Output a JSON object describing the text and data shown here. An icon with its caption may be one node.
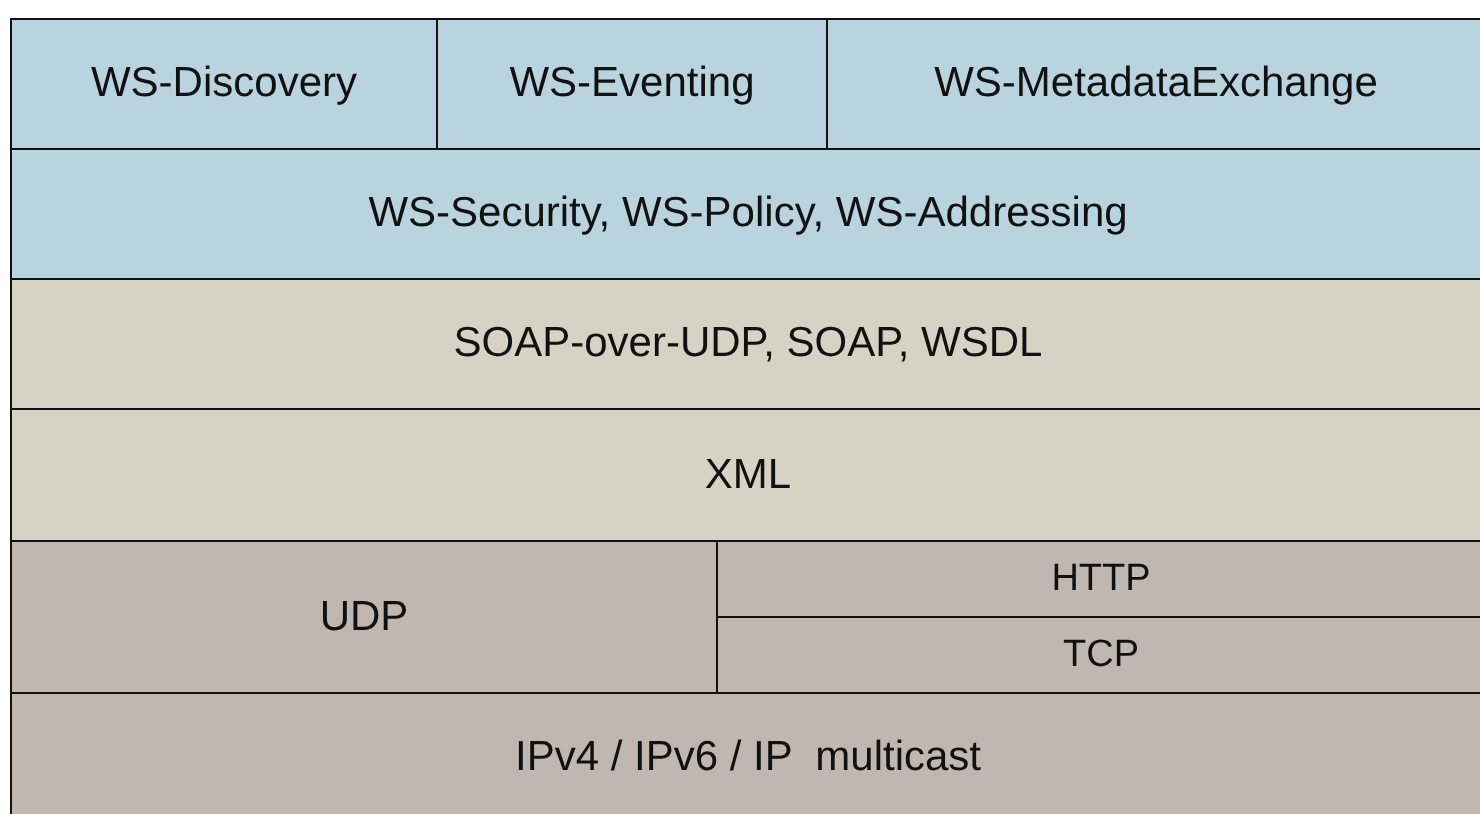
{
  "diagram": {
    "nodes": [
      {
        "text": [
          "WS-Discovery"
        ]
      },
      {
        "text": [
          "WS-Eventing"
        ]
      },
      {
        "text": [
          "WS-MetadataExchange"
        ]
      },
      {
        "text": [
          "WS-Security, WS-Policy, WS-Addressing"
        ]
      },
      {
        "text": [
          "SOAP-over-UDP, SOAP, WSDL"
        ]
      },
      {
        "text": [
          "XML"
        ]
      },
      {
        "text": [
          "UDP"
        ]
      },
      {
        "text": [
          "HTTP"
        ]
      },
      {
        "text": [
          "TCP"
        ]
      },
      {
        "text": [
          "IPv4 / IPv6 / IP  multicast"
        ]
      }
    ]
  }
}
